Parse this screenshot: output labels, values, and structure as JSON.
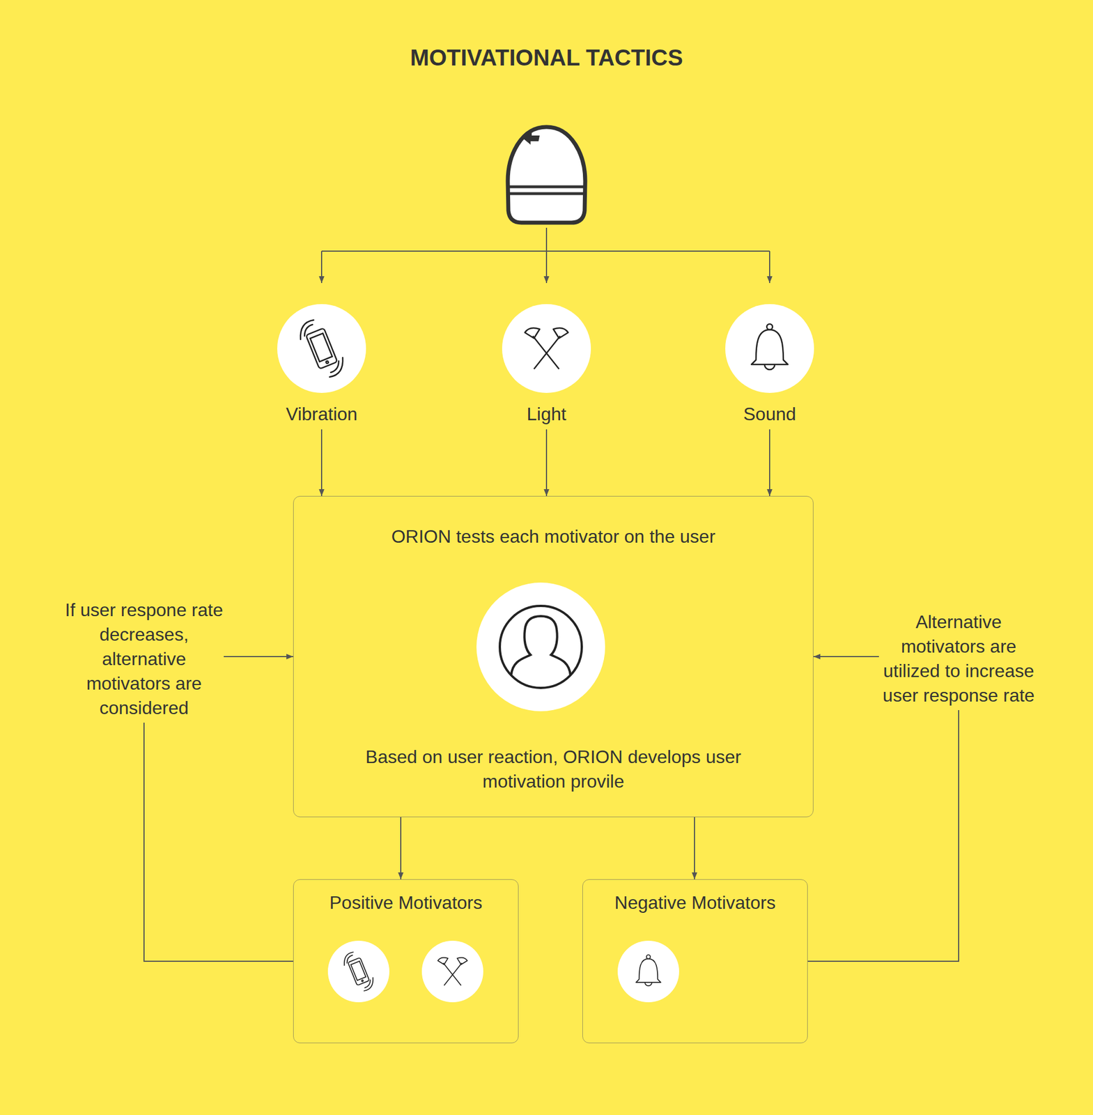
{
  "diagram": {
    "title": "MOTIVATIONAL TACTICS",
    "nodes": [
      {
        "text": [
          "Vibration"
        ]
      },
      {
        "text": [
          "Light"
        ]
      },
      {
        "text": [
          "Sound"
        ]
      },
      {
        "text": [
          "ORION tests each motivator on the user",
          "Based on user reaction, ORION develops user motivation provile"
        ]
      },
      {
        "text": [
          "Positive Motivators"
        ]
      },
      {
        "text": [
          "Negative Motivators"
        ]
      }
    ],
    "edges": [
      {
        "from": 0,
        "to": 3,
        "arrow": "to"
      },
      {
        "from": 1,
        "to": 3,
        "arrow": "to"
      },
      {
        "from": 2,
        "to": 3,
        "arrow": "to"
      },
      {
        "from": 3,
        "to": 4,
        "arrow": "to"
      },
      {
        "from": 3,
        "to": 5,
        "arrow": "to"
      },
      {
        "from": 4,
        "to": 3,
        "label": "If user respone rate decreases, alternative motivators are considered",
        "arrow": "to"
      },
      {
        "from": 5,
        "to": 3,
        "label": "Alternative motivators are utilized to increase user response rate",
        "arrow": "to"
      }
    ]
  }
}
